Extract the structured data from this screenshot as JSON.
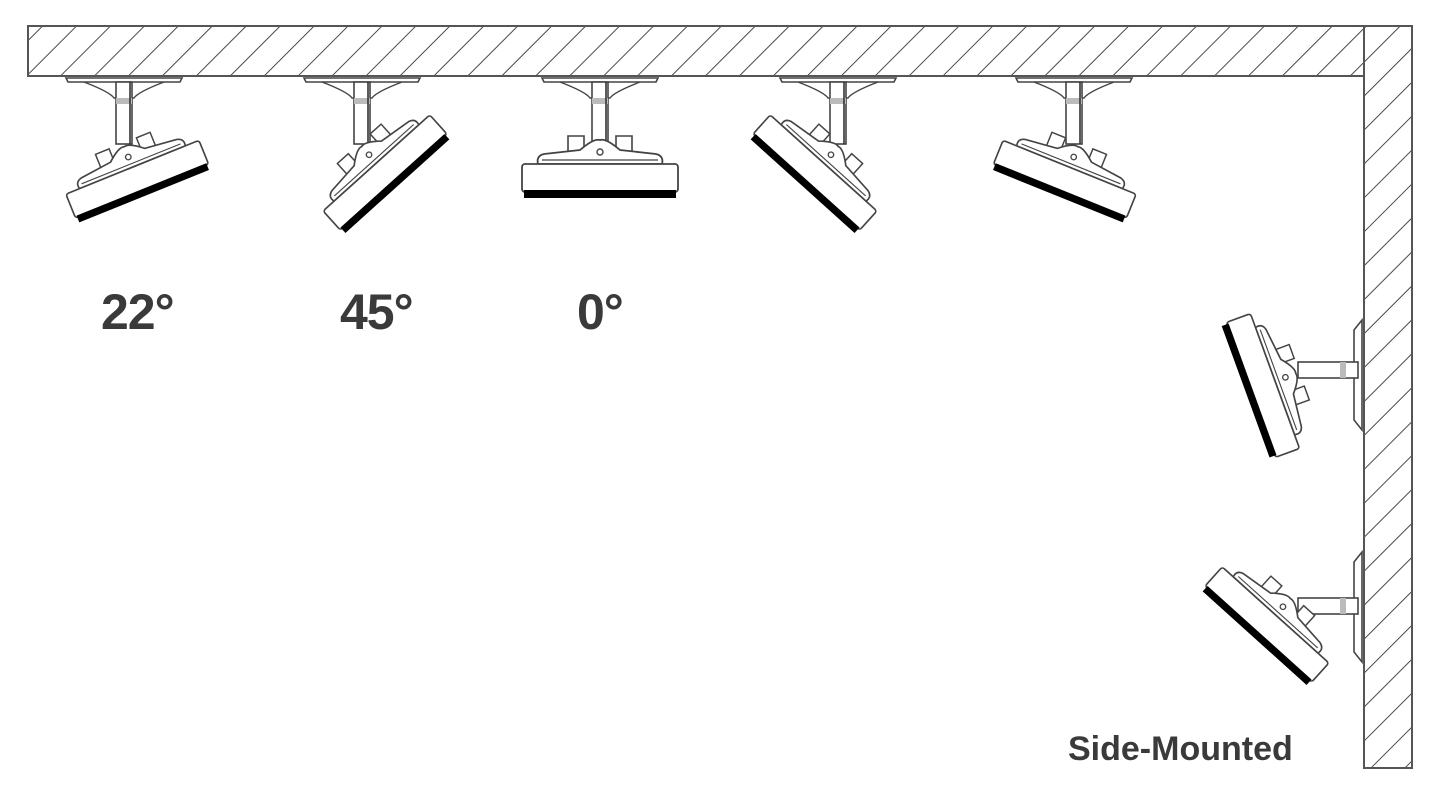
{
  "diagram": {
    "title": "",
    "colors": {
      "line": "#3a3a3a",
      "lens": "#000000",
      "text": "#3a3a3a",
      "background": "#ffffff"
    },
    "structure": {
      "ceiling": "hatched ceiling band along the top",
      "wall": "hatched wall along the right side"
    },
    "labels": {
      "angle_22": "22°",
      "angle_45": "45°",
      "angle_0": "0°",
      "side_mounted": "Side-Mounted"
    },
    "fixtures": [
      {
        "id": "ceiling-1",
        "mount": "ceiling",
        "tilt_deg": 22,
        "lens_facing": "down-left",
        "label": "22°"
      },
      {
        "id": "ceiling-2",
        "mount": "ceiling",
        "tilt_deg": 45,
        "lens_facing": "down-left",
        "label": "45°"
      },
      {
        "id": "ceiling-3",
        "mount": "ceiling",
        "tilt_deg": 0,
        "lens_facing": "down",
        "label": "0°"
      },
      {
        "id": "ceiling-4",
        "mount": "ceiling",
        "tilt_deg": -45,
        "lens_facing": "down-right",
        "label": ""
      },
      {
        "id": "ceiling-5",
        "mount": "ceiling",
        "tilt_deg": -22,
        "lens_facing": "down-right",
        "label": ""
      },
      {
        "id": "wall-1",
        "mount": "wall",
        "tilt_deg": 22,
        "lens_facing": "left",
        "label": ""
      },
      {
        "id": "wall-2",
        "mount": "wall",
        "tilt_deg": 45,
        "lens_facing": "left-down",
        "label": ""
      }
    ]
  }
}
